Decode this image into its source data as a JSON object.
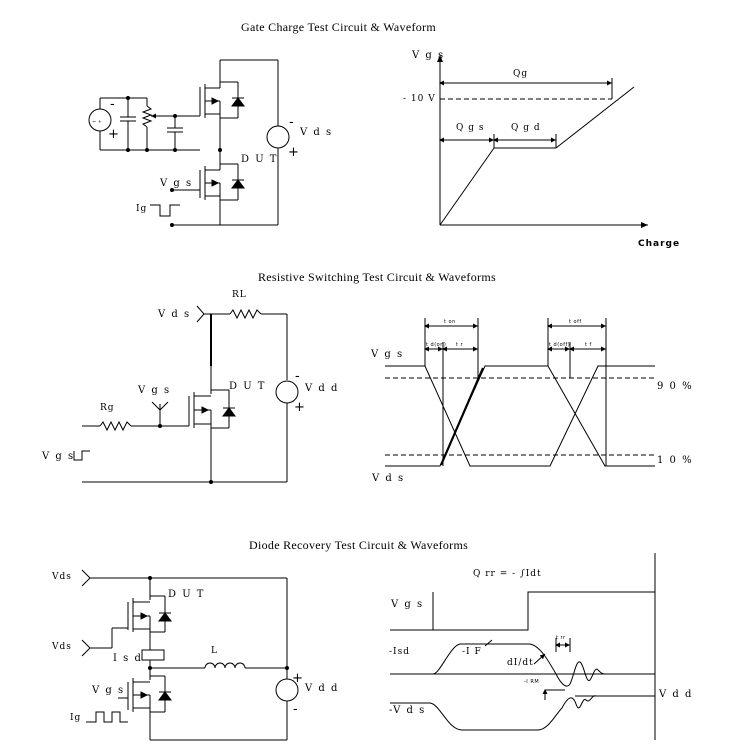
{
  "section1": {
    "title": "Gate Charge Test Circuit & Waveform",
    "circuit": {
      "dut": "D U T",
      "vds": "V d s",
      "vgs": "V g s",
      "ig": "Ig",
      "minus": "-",
      "plus": "+"
    },
    "waveform": {
      "y_label": "V g s",
      "x_label": "Charge",
      "level": "- 10 V",
      "qg": "Qg",
      "qgs": "Q g s",
      "qgd": "Q g d"
    }
  },
  "section2": {
    "title": "Resistive Switching Test Circuit & Waveforms",
    "circuit": {
      "rl": "RL",
      "vds": "V d s",
      "vgs": "V g s",
      "rg": "Rg",
      "dut": "D U T",
      "vdd": "V d d",
      "vgs_in": "V g s"
    },
    "waveform": {
      "vgs": "V g s",
      "vds": "V d s",
      "p90": "9 0 %",
      "p10": "1 0 %",
      "t_on": "t on",
      "t_off": "t off",
      "td_on": "t d(on)",
      "tr": "t r",
      "td_off": "t d(off)",
      "tf": "t f"
    }
  },
  "section3": {
    "title": "Diode Recovery Test Circuit & Waveforms",
    "circuit": {
      "vds_top": "Vds",
      "vds_mid": "Vds",
      "dut": "D U T",
      "isd": "I s d",
      "l": "L",
      "vgs": "V g s",
      "vdd": "V d d",
      "ig": "Ig"
    },
    "waveform": {
      "qrr": "Q rr = - ∫Idt",
      "vgs": "V g s",
      "isd": "-Isd",
      "if": "-I F",
      "didt": "dI/dt",
      "irm": "-I RM",
      "trr": "t rr",
      "vdd": "V d d",
      "vds": "-V d s"
    }
  },
  "colors": {
    "ink": "#000000",
    "paper": "#ffffff"
  }
}
